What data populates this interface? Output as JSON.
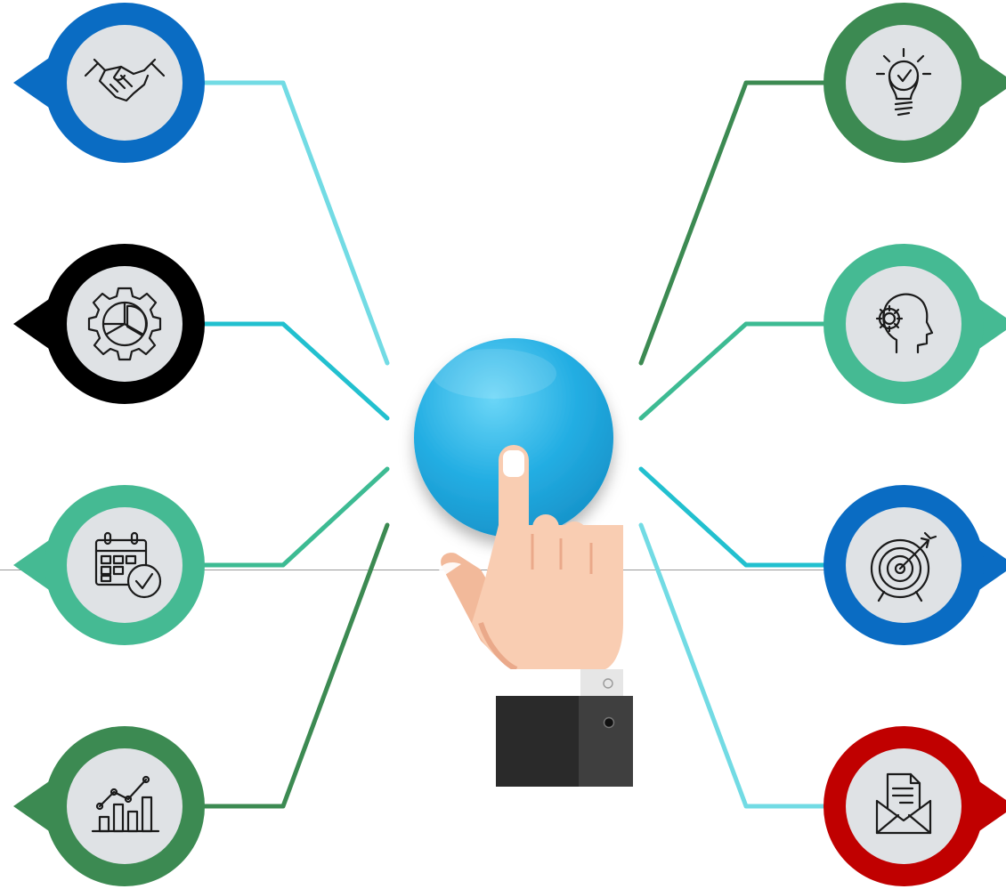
{
  "theme": {
    "hub_color": "#1ea4dd",
    "hub_highlight": "#5fd0f5",
    "icon_disc_color": "#dfe2e5",
    "line_colors": {
      "light_cyan": "#72dbe4",
      "cyan": "#22c0cf",
      "teal": "#3dbb93",
      "green": "#3c8a52"
    },
    "skin": "#f7c8ad",
    "skin_shadow": "#eaa98a",
    "sleeve": "#2a2a2a",
    "divider": "#9a9a9a"
  },
  "hub": {
    "name": "central-button"
  },
  "nodes": [
    {
      "id": "partnership",
      "icon": "handshake-icon",
      "ring_color": "#0a6cc3",
      "line_color": "#72dbe4",
      "side": "left"
    },
    {
      "id": "settings",
      "icon": "gear-pie-icon",
      "ring_color": "#000000",
      "line_color": "#22c0cf",
      "side": "left"
    },
    {
      "id": "schedule",
      "icon": "calendar-check-icon",
      "ring_color": "#45ba93",
      "line_color": "#3dbb93",
      "side": "left"
    },
    {
      "id": "growth",
      "icon": "bar-chart-growth-icon",
      "ring_color": "#3c8a52",
      "line_color": "#3c8a52",
      "side": "left"
    },
    {
      "id": "idea",
      "icon": "lightbulb-check-icon",
      "ring_color": "#3c8a52",
      "line_color": "#3c8a52",
      "side": "right"
    },
    {
      "id": "thinking",
      "icon": "head-gear-icon",
      "ring_color": "#45ba93",
      "line_color": "#3dbb93",
      "side": "right"
    },
    {
      "id": "target",
      "icon": "target-arrow-icon",
      "ring_color": "#0a6cc3",
      "line_color": "#22c0cf",
      "side": "right"
    },
    {
      "id": "mail",
      "icon": "envelope-document-icon",
      "ring_color": "#c00000",
      "line_color": "#72dbe4",
      "side": "right"
    }
  ]
}
